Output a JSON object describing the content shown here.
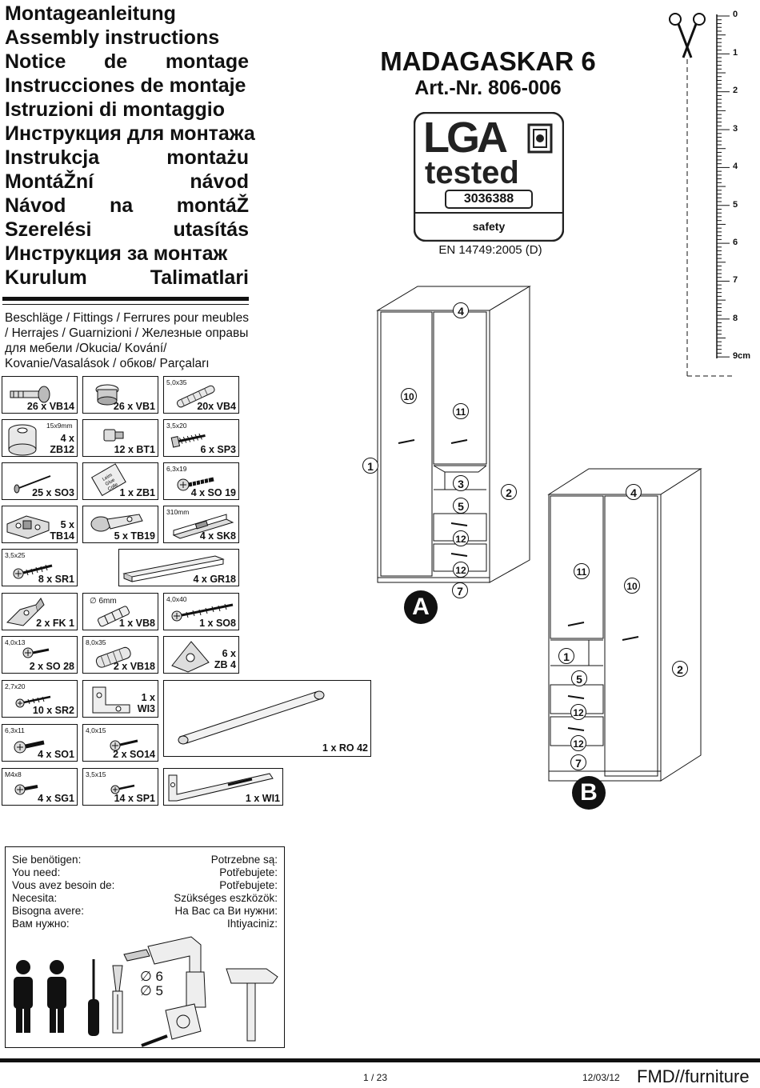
{
  "titles": [
    "Montageanleitung",
    "Assembly instructions",
    "Notice de montage",
    "Instrucciones de montaje",
    "Istruzioni di montaggio",
    "Инструкция для монтажа",
    "Instrukcja montażu",
    "MontáŽní návod",
    "Návod na montáŽ",
    "Szerelési utasítás",
    "Инструкция за монтаж",
    "Kurulum Talimatlari"
  ],
  "fittings_heading": "Beschläge / Fittings / Ferrures pour meubles / Herrajes / Guarnizioni / Железные оправы для мебели /Okucia/ Kování/ Kovanie/Vasalások / обков/ Parçaları",
  "fittings": {
    "vb14": {
      "label": "26 x VB14"
    },
    "vb1": {
      "label": "26 x VB1"
    },
    "vb4": {
      "dim": "5,0x35",
      "label": "20x VB4"
    },
    "zb12": {
      "dim": "15x9mm",
      "label": "4 x\nZB12"
    },
    "bt1": {
      "label": "12 x BT1"
    },
    "sp3": {
      "dim": "3,5x20",
      "label": "6 x SP3"
    },
    "so3": {
      "label": "25 x SO3"
    },
    "zb1": {
      "label": "1 x ZB1",
      "glue_text": "Leim Glue Colle"
    },
    "so19": {
      "dim": "6,3x19",
      "label": "4 x SO 19"
    },
    "tb14": {
      "label": "5 x\nTB14"
    },
    "tb19": {
      "label": "5 x TB19"
    },
    "sk8": {
      "dim": "310mm",
      "label": "4 x SK8"
    },
    "sr1": {
      "dim": "3,5x25",
      "label": "8 x SR1"
    },
    "gr18": {
      "label": "4 x GR18"
    },
    "fk1": {
      "label": "2 x FK 1"
    },
    "vb8": {
      "dim": "∅ 6mm",
      "label": "1 x VB8"
    },
    "so8": {
      "dim": "4,0x40",
      "label": "1 x SO8"
    },
    "so28": {
      "dim": "4,0x13",
      "label": "2 x SO 28"
    },
    "vb18": {
      "dim": "8,0x35",
      "label": "2 x VB18"
    },
    "zb4": {
      "label": "6 x\nZB 4"
    },
    "sr2": {
      "dim": "2,7x20",
      "label": "10 x SR2"
    },
    "wi3": {
      "label": "1 x\nWI3"
    },
    "ro42": {
      "label": "1 x RO 42"
    },
    "so1": {
      "dim": "6,3x11",
      "label": "4 x SO1"
    },
    "so14": {
      "dim": "4,0x15",
      "label": "2 x SO14"
    },
    "sg1": {
      "dim": "M4x8",
      "label": "4 x SG1"
    },
    "sp1": {
      "dim": "3,5x15",
      "label": "14 x SP1"
    },
    "wi1": {
      "label": "1 x WI1"
    }
  },
  "product": {
    "name": "MADAGASKAR 6",
    "article": "Art.-Nr. 806-006",
    "badge": {
      "brand": "LGA",
      "tested": "tested",
      "number": "3036388",
      "safety": "safety"
    },
    "norm": "EN 14749:2005 (D)"
  },
  "ruler": {
    "ticks": [
      "0",
      "1",
      "2",
      "3",
      "4",
      "5",
      "6",
      "7",
      "8",
      "9cm"
    ]
  },
  "diagram_a": {
    "label": "A",
    "parts": [
      "1",
      "2",
      "3",
      "4",
      "5",
      "7",
      "10",
      "11",
      "12",
      "12"
    ]
  },
  "diagram_b": {
    "label": "B",
    "parts": [
      "1",
      "2",
      "4",
      "5",
      "7",
      "10",
      "11",
      "12",
      "12"
    ]
  },
  "need": {
    "left": [
      "Sie benötigen:",
      "You need:",
      "Vous avez besoin de:",
      "Necesita:",
      "Bisogna avere:",
      "Вам нужно:"
    ],
    "right": [
      "Potrzebne są:",
      "Potřebujete:",
      "Potřebujete:",
      "Szükséges eszközök:",
      "На Вас са Ви нужни:",
      "Ihtiyaciniz:"
    ],
    "drill_sizes": [
      "∅ 6",
      "∅ 5"
    ]
  },
  "footer": {
    "page": "1 / 23",
    "date": "12/03/12",
    "brand": "FMD//furniture"
  }
}
